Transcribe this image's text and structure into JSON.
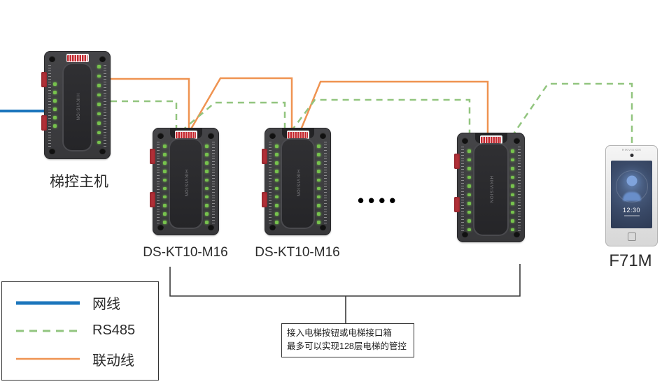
{
  "devices": {
    "main_controller": {
      "label": "梯控主机",
      "brand": "HIKVISION"
    },
    "floor_controllers": [
      {
        "model": "DS-KT10-M16",
        "brand": "HIKVISION"
      },
      {
        "model": "DS-KT10-M16",
        "brand": "HIKVISION"
      },
      {
        "model": "",
        "brand": "HIKVISION"
      }
    ],
    "reader": {
      "model": "F71M",
      "brand": "HIKVISION",
      "screen_time": "12:30"
    }
  },
  "annotations": {
    "ellipsis": "••••",
    "note_line1": "接入电梯按钮或电梯接口箱",
    "note_line2": "最多可以实现128层电梯的管控"
  },
  "legend": {
    "items": [
      {
        "label": "网线",
        "style": "solid",
        "color": "#1B75BC"
      },
      {
        "label": "RS485",
        "style": "dashed",
        "color": "#92C57F"
      },
      {
        "label": "联动线",
        "style": "solid",
        "color": "#EF9351"
      }
    ]
  },
  "wire_colors": {
    "network": "#1B75BC",
    "rs485": "#92C57F",
    "linkage": "#EF9351",
    "bracket": "#3A3A3A"
  }
}
